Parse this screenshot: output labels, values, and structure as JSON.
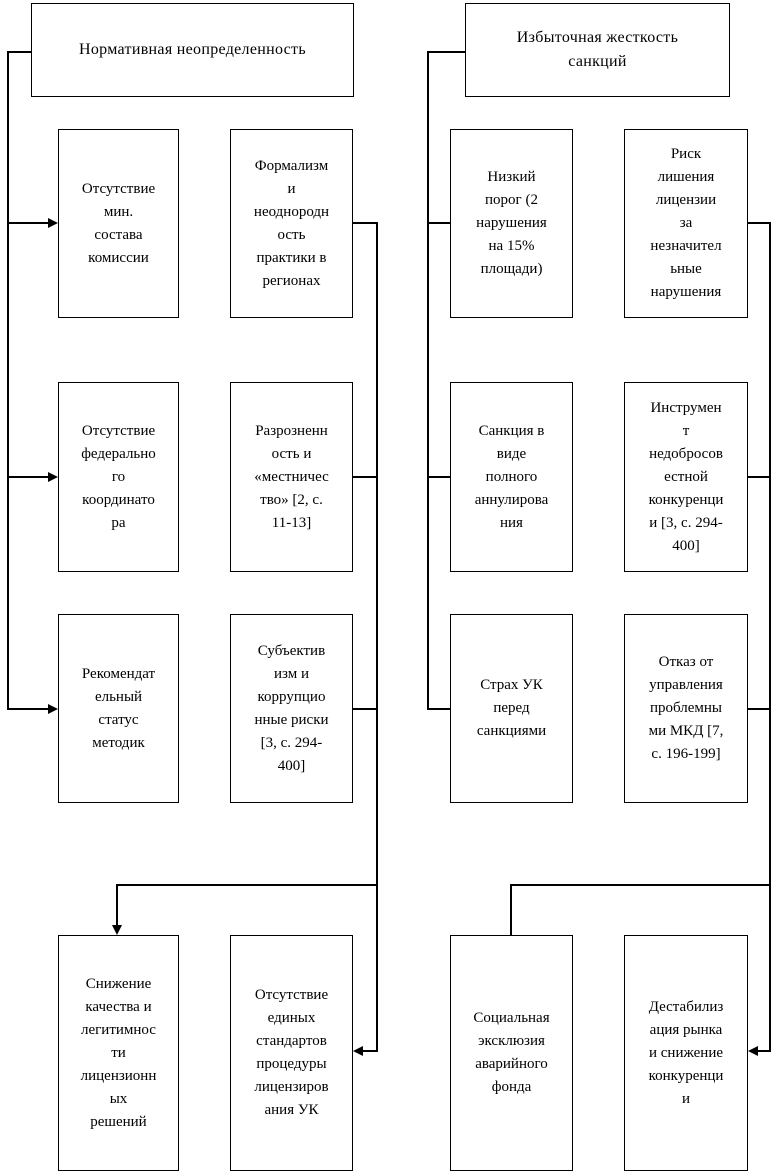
{
  "canvas": {
    "background": "#ffffff",
    "line_color": "#000000"
  },
  "left_tree": {
    "header": "Нормативная неопределенность",
    "causes": [
      "Отсутствие\nмин.\nсостава\nкомиссии",
      "Отсутствие\nфедерально\nго\nкоординато\nра",
      "Рекомендат\nельный\nстатус\nметодик"
    ],
    "mechanisms": [
      "Формализм\nи\nнеоднородн\nость\nпрактики в\nрегионах",
      "Разрозненн\nость и\n«местничес\nтво» [2, с.\n11-13]",
      "Субъектив\nизм и\nкоррупцио\nнные риски\n[3, с. 294-\n400]"
    ],
    "outcomes": [
      "Снижение\nкачества и\nлегитимнос\nти\nлицензионн\nых\nрешений",
      "Отсутствие\nединых\nстандартов\nпроцедуры\nлицензиров\nания УК"
    ]
  },
  "right_tree": {
    "header": "Избыточная жесткость\nсанкций",
    "causes": [
      "Низкий\nпорог (2\nнарушения\nна 15%\nплощади)",
      "Санкция в\nвиде\nполного\nаннулирова\nния",
      "Страх УК\nперед\nсанкциями"
    ],
    "mechanisms": [
      "Риск\nлишения\nлицензии\nза\nнезначител\nьные\nнарушения",
      "Инструмен\nт\nнедобросов\nестной\nконкуренци\nи [3, с. 294-\n400]",
      "Отказ от\nуправления\nпроблемны\nми МКД [7,\nс. 196-199]"
    ],
    "outcomes": [
      "Социальная\nэксклюзия\nаварийного\nфонда",
      "Дестабилиз\nация рынка\nи снижение\nконкуренци\nи"
    ]
  }
}
